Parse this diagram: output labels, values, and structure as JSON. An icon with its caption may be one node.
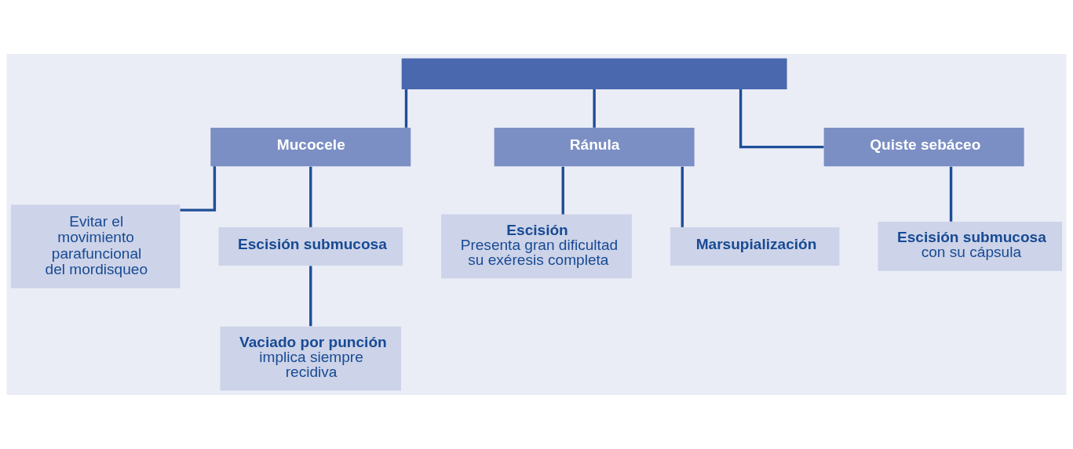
{
  "diagram": {
    "nodes": [
      {
        "text": [],
        "shape": "box"
      },
      {
        "text": [
          "Mucocele"
        ]
      },
      {
        "text": [
          "Ránula"
        ]
      },
      {
        "text": [
          "Quiste sebáceo"
        ]
      },
      {
        "text": [
          "Evitar el movimiento parafuncional del mordisqueo"
        ]
      },
      {
        "text": [
          "Escisión submucosa"
        ]
      },
      {
        "text": [
          "Vaciado por punción",
          "implica siempre recidiva"
        ]
      },
      {
        "text": [
          "Escisión",
          "Presenta gran dificultad su exéresis completa"
        ]
      },
      {
        "text": [
          "Marsupialización"
        ]
      },
      {
        "text": [
          "Escisión submucosa",
          "con su cápsula"
        ]
      }
    ],
    "edges": [
      {
        "from": 0,
        "to": 1,
        "arrow": "none"
      },
      {
        "from": 0,
        "to": 2,
        "arrow": "none"
      },
      {
        "from": 0,
        "to": 3,
        "arrow": "none"
      },
      {
        "from": 1,
        "to": 4,
        "arrow": "none"
      },
      {
        "from": 1,
        "to": 5,
        "arrow": "none"
      },
      {
        "from": 5,
        "to": 6,
        "arrow": "none"
      },
      {
        "from": 2,
        "to": 7,
        "arrow": "none"
      },
      {
        "from": 2,
        "to": 8,
        "arrow": "none"
      },
      {
        "from": 3,
        "to": 9,
        "arrow": "none"
      }
    ]
  }
}
